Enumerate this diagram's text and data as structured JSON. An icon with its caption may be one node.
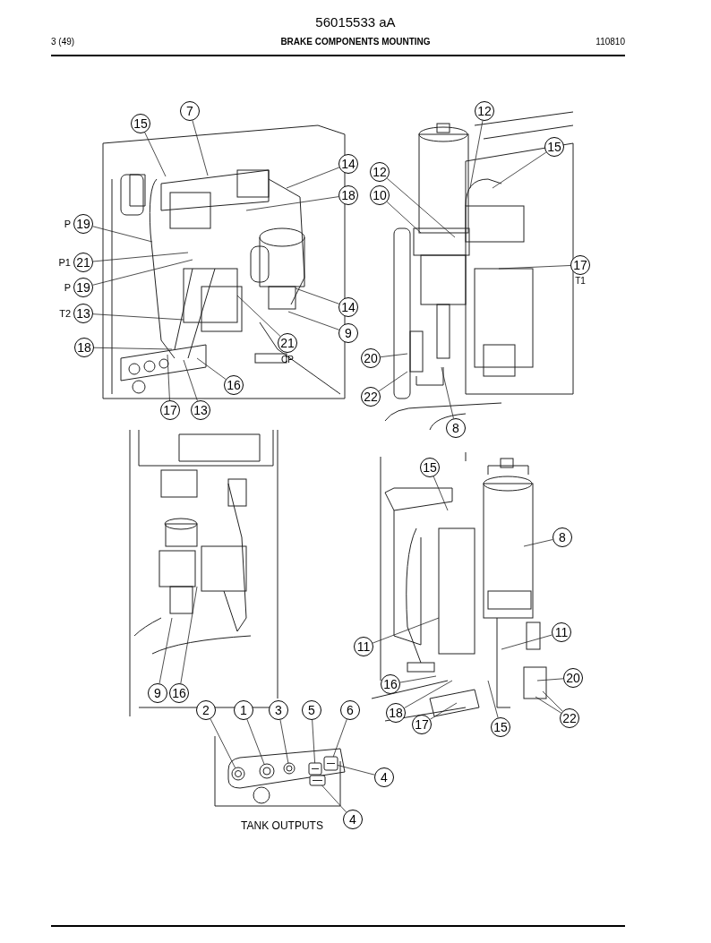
{
  "diagram": {
    "title": "BRAKE COMPONENTS MOUNTING",
    "nodes": [
      {
        "text": [
          "15"
        ]
      },
      {
        "text": [
          "7"
        ]
      },
      {
        "text": [
          "14"
        ]
      },
      {
        "text": [
          "18"
        ]
      },
      {
        "text": [
          "19"
        ],
        "beside": [
          "P"
        ]
      },
      {
        "text": [
          "21"
        ],
        "beside": [
          "P1"
        ]
      },
      {
        "text": [
          "19"
        ],
        "beside": [
          "P"
        ]
      },
      {
        "text": [
          "13"
        ],
        "beside": [
          "T2"
        ]
      },
      {
        "text": [
          "14"
        ]
      },
      {
        "text": [
          "9"
        ]
      },
      {
        "text": [
          "21"
        ],
        "beside": [
          "CP"
        ]
      },
      {
        "text": [
          "18"
        ]
      },
      {
        "text": [
          "16"
        ]
      },
      {
        "text": [
          "17"
        ]
      },
      {
        "text": [
          "13"
        ]
      },
      {
        "text": [
          "12"
        ]
      },
      {
        "text": [
          "15"
        ]
      },
      {
        "text": [
          "12"
        ]
      },
      {
        "text": [
          "10"
        ]
      },
      {
        "text": [
          "17"
        ],
        "beside": [
          "T1"
        ]
      },
      {
        "text": [
          "20"
        ]
      },
      {
        "text": [
          "22"
        ]
      },
      {
        "text": [
          "8"
        ]
      },
      {
        "text": [
          "9"
        ]
      },
      {
        "text": [
          "16"
        ]
      },
      {
        "text": [
          "15"
        ]
      },
      {
        "text": [
          "8"
        ]
      },
      {
        "text": [
          "11"
        ]
      },
      {
        "text": [
          "11"
        ]
      },
      {
        "text": [
          "20"
        ]
      },
      {
        "text": [
          "16"
        ]
      },
      {
        "text": [
          "18"
        ]
      },
      {
        "text": [
          "17"
        ]
      },
      {
        "text": [
          "15"
        ]
      },
      {
        "text": [
          "22"
        ]
      },
      {
        "text": [
          "2"
        ]
      },
      {
        "text": [
          "1"
        ]
      },
      {
        "text": [
          "3"
        ]
      },
      {
        "text": [
          "5"
        ]
      },
      {
        "text": [
          "6"
        ]
      },
      {
        "text": [
          "4"
        ]
      },
      {
        "text": [
          "4"
        ]
      },
      {
        "text": [],
        "shape": "picture"
      },
      {
        "text": [],
        "shape": "picture"
      },
      {
        "text": [],
        "shape": "picture"
      },
      {
        "text": [],
        "shape": "picture"
      },
      {
        "text": [],
        "shape": "picture"
      },
      {
        "text": [],
        "shape": "picture"
      }
    ],
    "edges": [
      {
        "from": 0,
        "to": null,
        "arrow": "none"
      },
      {
        "from": 1,
        "to": null,
        "arrow": "none"
      },
      {
        "from": 2,
        "to": null,
        "arrow": "none"
      },
      {
        "from": 3,
        "to": null,
        "arrow": "none"
      },
      {
        "from": 4,
        "to": null,
        "arrow": "none"
      },
      {
        "from": 5,
        "to": null,
        "arrow": "none"
      },
      {
        "from": 6,
        "to": null,
        "arrow": "none"
      },
      {
        "from": 7,
        "to": null,
        "arrow": "none"
      },
      {
        "from": 8,
        "to": null,
        "arrow": "none"
      },
      {
        "from": 9,
        "to": null,
        "arrow": "none"
      },
      {
        "from": 10,
        "to": null,
        "arrow": "none"
      },
      {
        "from": 11,
        "to": null,
        "arrow": "none"
      },
      {
        "from": 12,
        "to": null,
        "arrow": "none"
      },
      {
        "from": 13,
        "to": null,
        "arrow": "none"
      },
      {
        "from": 14,
        "to": null,
        "arrow": "none"
      },
      {
        "from": 15,
        "to": null,
        "arrow": "none"
      },
      {
        "from": 16,
        "to": null,
        "arrow": "none"
      },
      {
        "from": 17,
        "to": null,
        "arrow": "none"
      },
      {
        "from": 18,
        "to": null,
        "arrow": "none"
      },
      {
        "from": 19,
        "to": null,
        "arrow": "none"
      },
      {
        "from": 20,
        "to": null,
        "arrow": "none"
      },
      {
        "from": 21,
        "to": null,
        "arrow": "none"
      },
      {
        "from": 22,
        "to": null,
        "arrow": "none"
      },
      {
        "from": 23,
        "to": null,
        "arrow": "none"
      },
      {
        "from": 24,
        "to": null,
        "arrow": "none"
      },
      {
        "from": 25,
        "to": null,
        "arrow": "none"
      },
      {
        "from": 26,
        "to": null,
        "arrow": "none"
      },
      {
        "from": 27,
        "to": null,
        "arrow": "none"
      },
      {
        "from": 28,
        "to": null,
        "arrow": "none"
      },
      {
        "from": 29,
        "to": null,
        "arrow": "none"
      },
      {
        "from": 30,
        "to": null,
        "arrow": "none"
      },
      {
        "from": 31,
        "to": null,
        "arrow": "none"
      },
      {
        "from": 32,
        "to": null,
        "arrow": "none"
      },
      {
        "from": 33,
        "to": null,
        "arrow": "none"
      },
      {
        "from": 34,
        "to": null,
        "arrow": "none"
      },
      {
        "from": 34,
        "to": null,
        "arrow": "none"
      },
      {
        "from": 35,
        "to": 42,
        "arrow": "none"
      },
      {
        "from": 36,
        "to": 43,
        "arrow": "none"
      },
      {
        "from": 37,
        "to": 44,
        "arrow": "none"
      },
      {
        "from": 38,
        "to": 45,
        "arrow": "none"
      },
      {
        "from": 39,
        "to": 46,
        "arrow": "none"
      },
      {
        "from": 40,
        "to": 46,
        "arrow": "none"
      },
      {
        "from": 41,
        "to": 47,
        "arrow": "none"
      }
    ],
    "labels": [
      "56015533 aA",
      "3 (49)",
      "110810",
      "TANK OUTPUTS"
    ]
  }
}
